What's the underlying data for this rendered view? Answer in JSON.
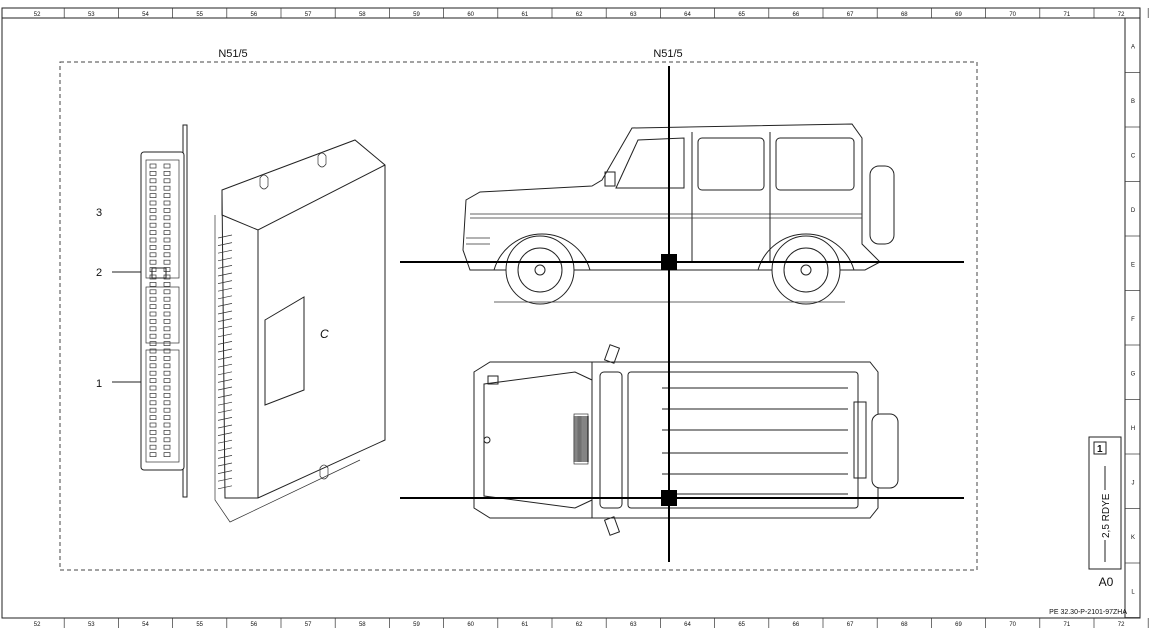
{
  "border": {
    "columns": [
      "52",
      "53",
      "54",
      "55",
      "56",
      "57",
      "58",
      "59",
      "60",
      "61",
      "62",
      "63",
      "64",
      "65",
      "66",
      "67",
      "68",
      "69",
      "70",
      "71",
      "72"
    ],
    "rows": [
      "A",
      "B",
      "C",
      "D",
      "E",
      "F",
      "G",
      "H",
      "J",
      "K",
      "L"
    ]
  },
  "diagram": {
    "component_label_left": "N51/5",
    "component_label_right": "N51/5",
    "callouts": [
      {
        "id": "callout-3",
        "text": "3"
      },
      {
        "id": "callout-2",
        "text": "2"
      },
      {
        "id": "callout-1",
        "text": "1"
      }
    ],
    "unit_mark": "C"
  },
  "legend": {
    "icon_text": "1",
    "wire_label": "2,5 RDYE",
    "code": "A0"
  },
  "drawing_number": "PE 32.30-P-2101-97ZHA"
}
